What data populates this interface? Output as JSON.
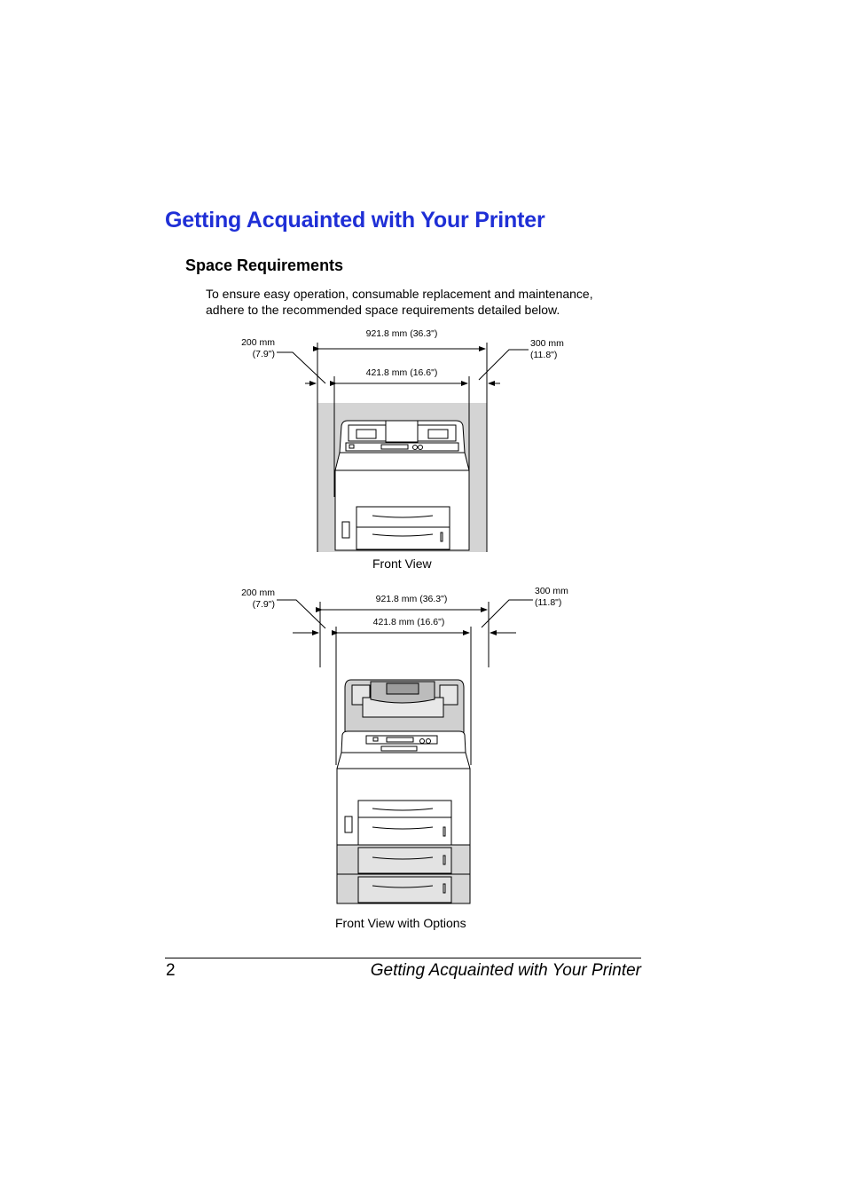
{
  "chapter_title": "Getting Acquainted with Your Printer",
  "section_title": "Space Requirements",
  "intro_text": "To ensure easy operation, consumable replacement and maintenance, adhere to the recommended space requirements detailed below.",
  "figure1": {
    "total_width": "921.8 mm (36.3\")",
    "printer_width": "421.8 mm (16.6\")",
    "left_gap_mm": "200 mm",
    "left_gap_in": "(7.9\")",
    "right_gap_mm": "300 mm",
    "right_gap_in": "(11.8\")",
    "caption": "Front View"
  },
  "figure2": {
    "total_width": "921.8 mm (36.3\")",
    "printer_width": "421.8 mm (16.6\")",
    "left_gap_mm": "200 mm",
    "left_gap_in": "(7.9\")",
    "right_gap_mm": "300 mm",
    "right_gap_in": "(11.8\")",
    "caption": "Front View with Options"
  },
  "footer": {
    "page_number": "2",
    "running_title": "Getting Acquainted with Your Printer"
  }
}
